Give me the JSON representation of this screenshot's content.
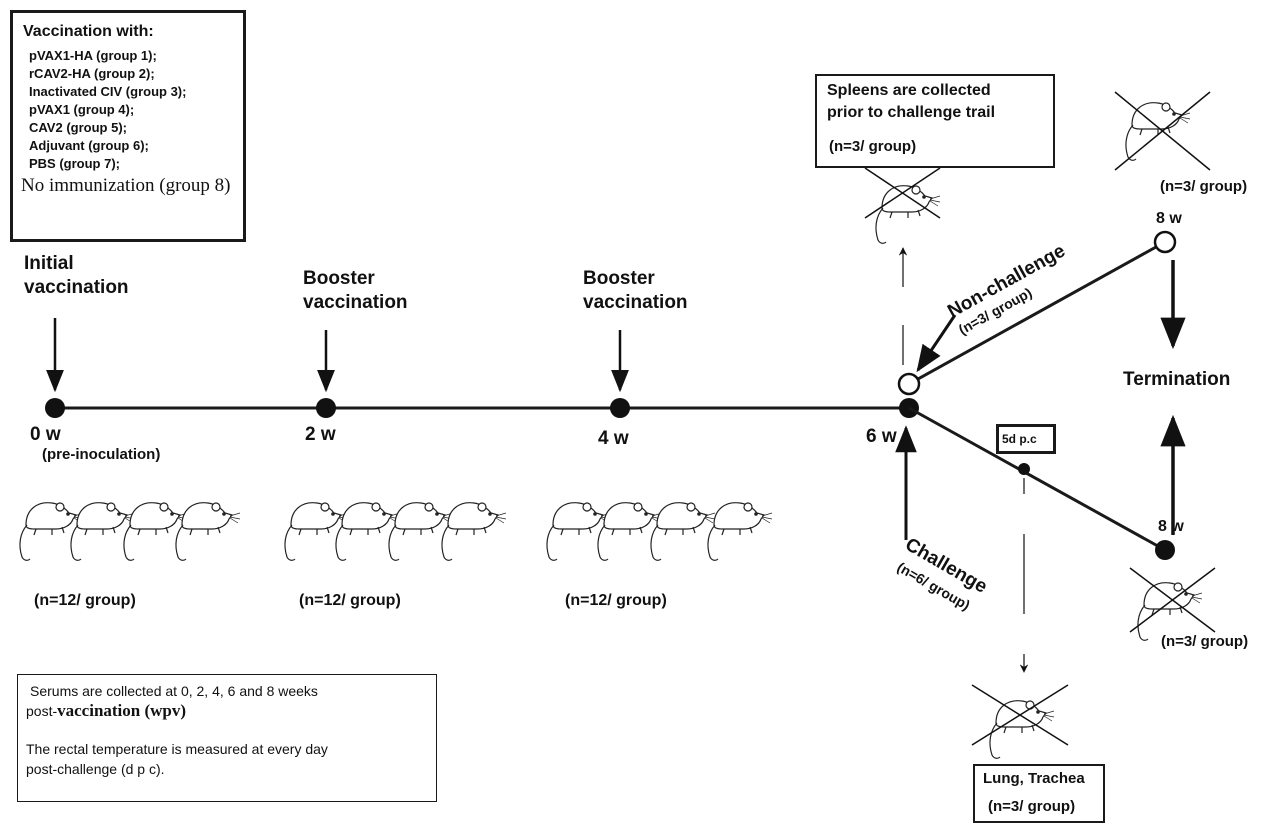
{
  "vaccination_box": {
    "heading": "Vaccination with:",
    "items": [
      "pVAX1-HA (group 1);",
      "rCAV2-HA (group 2);",
      "Inactivated CIV (group 3);",
      "pVAX1 (group 4);",
      "CAV2 (group 5);",
      "Adjuvant (group 6);",
      "PBS (group 7);"
    ],
    "last_item": "No immunization (group 8)"
  },
  "stages": [
    {
      "title_1": "Initial",
      "title_2": "vaccination",
      "time": "0 w",
      "sub": "(pre-inoculation)",
      "count": "(n=12/ group)"
    },
    {
      "title_1": "Booster",
      "title_2": "vaccination",
      "time": "2 w",
      "count": "(n=12/ group)"
    },
    {
      "title_1": "Booster",
      "title_2": "vaccination",
      "time": "4 w",
      "count": "(n=12/ group)"
    }
  ],
  "six_week": {
    "time": "6 w"
  },
  "spleens_box": {
    "line_1": "Spleens are collected",
    "line_2": "prior to challenge trail",
    "count": "(n=3/ group)"
  },
  "non_challenge": {
    "label": "Non-challenge",
    "count": "(n=3/ group)",
    "time": "8 w",
    "group_count": "(n=3/ group)"
  },
  "challenge": {
    "label": "Challenge",
    "count": "(n=6/ group)",
    "time": "8 w",
    "group_count": "(n=3/ group)"
  },
  "termination": "Termination",
  "dpc_box": "5d p.c",
  "lung_box": {
    "line_1": "Lung, Trachea",
    "count": "(n=3/ group)"
  },
  "notes_box": {
    "line_1": "Serums are collected at 0, 2, 4, 6 and 8 weeks",
    "line_2a": "post-",
    "line_2b": "vaccination (wpv)",
    "line_3": "The rectal temperature is measured at every day",
    "line_4": "post-challenge (d p c)."
  },
  "colors": {
    "ink": "#111111",
    "line": "#1a1a1a"
  },
  "icons": [
    "mouse-icon",
    "crossed-mouse-icon",
    "arrow-down-icon",
    "arrow-up-icon",
    "filled-dot-icon",
    "open-dot-icon"
  ]
}
